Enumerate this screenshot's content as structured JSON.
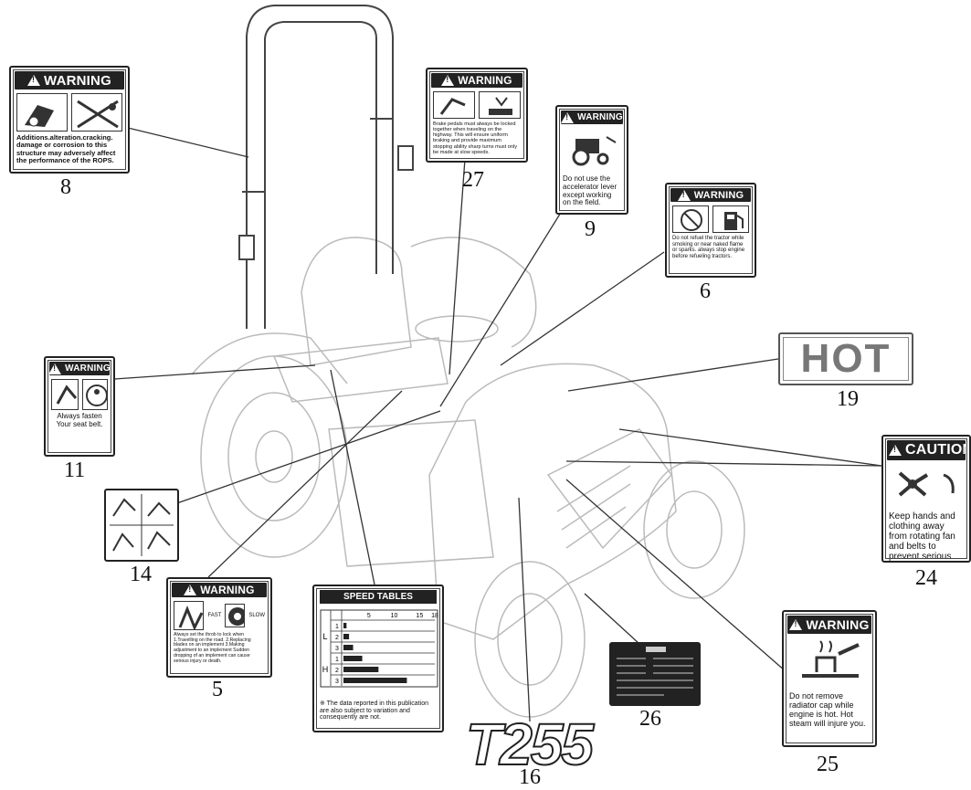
{
  "labels": {
    "l8": {
      "number": "8",
      "header": "WARNING",
      "text": "Additions.alteration.cracking. damage or corrosion to this structure may adversely affect the performance of the ROPS."
    },
    "l27": {
      "number": "27",
      "header": "WARNING",
      "text": "Brake pedals must always be locked together when traveling on the highway. This will ensure uniform braking and provide maximum stopping ability sharp turns must only be made at slow speeds."
    },
    "l9": {
      "number": "9",
      "header": "WARNING",
      "text": "Do not use the accelerator lever except working on the field."
    },
    "l6": {
      "number": "6",
      "header": "WARNING",
      "text": "Do not refuel the tractor while smoking or near naked flame or sparks. always stop engine before refueling tractors."
    },
    "l19": {
      "number": "19",
      "text": "HOT"
    },
    "l24": {
      "number": "24",
      "header": "CAUTION",
      "text": "Keep hands and clothing away from rotating fan and belts to prevent serious injury."
    },
    "l11": {
      "number": "11",
      "header": "WARNING",
      "text": "Always fasten Your seat belt."
    },
    "l14": {
      "number": "14"
    },
    "l5": {
      "number": "5",
      "header": "WARNING",
      "fast": "FAST",
      "slow": "SLOW",
      "text": "Always set the throb to lock when 1.Travelling on the road. 2.Replacing blades on an implement 3.Making adjustment to an implement Sudden dropping of an implement can cause serious injury or death."
    },
    "l16": {
      "number": "16",
      "text": "T255"
    },
    "l26": {
      "number": "26"
    },
    "l25": {
      "number": "25",
      "header": "WARNING",
      "text": "Do not remove radiator cap while engine is hot. Hot steam will injure you."
    },
    "speed": {
      "title": "SPEED TABLES",
      "ticks": [
        "5",
        "10",
        "15",
        "18"
      ],
      "ranges": [
        "L",
        "H"
      ],
      "gears": [
        "1",
        "2",
        "3",
        "1",
        "2",
        "3"
      ],
      "note": "※ The data reported in this publication are also subject to variation and consequently are not."
    }
  },
  "gear_speeds": [
    0.6,
    1.1,
    1.9,
    3.7,
    6.9,
    12.5
  ]
}
